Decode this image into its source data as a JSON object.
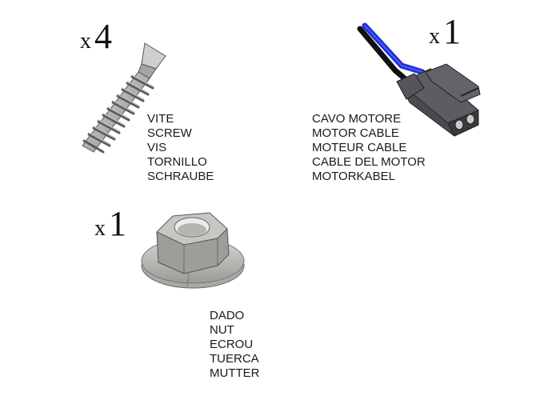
{
  "parts": [
    {
      "id": "screw",
      "icon": "screw-icon",
      "quantity_prefix": "x",
      "quantity": "4",
      "labels": [
        "VITE",
        "SCREW",
        "VIS",
        "TORNILLO",
        "SCHRAUBE"
      ]
    },
    {
      "id": "motor-cable",
      "icon": "motor-cable-connector-icon",
      "quantity_prefix": "x",
      "quantity": "1",
      "labels": [
        "CAVO MOTORE",
        "MOTOR CABLE",
        "MOTEUR CABLE",
        "CABLE DEL MOTOR",
        "MOTORKABEL"
      ],
      "colors": {
        "wire_blue": "#1f2fd0",
        "wire_black": "#111111",
        "connector": "#4a4a50"
      }
    },
    {
      "id": "nut",
      "icon": "flange-nut-icon",
      "quantity_prefix": "x",
      "quantity": "1",
      "labels": [
        "DADO",
        "NUT",
        "ECROU",
        "TUERCA",
        "MUTTER"
      ]
    }
  ]
}
